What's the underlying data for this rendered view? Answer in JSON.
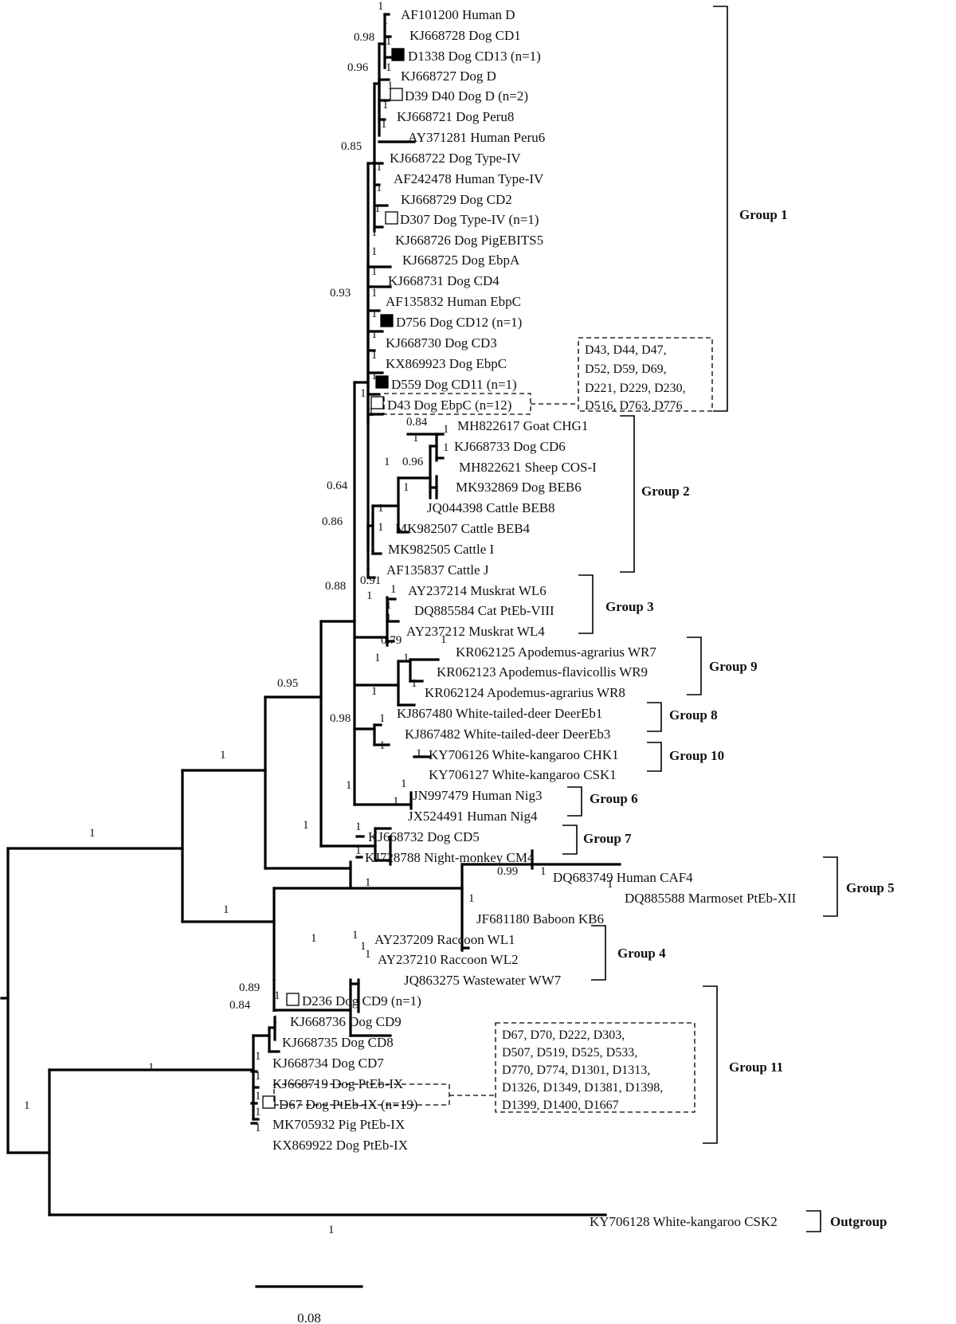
{
  "leaves": [
    "AF101200 Human D",
    "KJ668728 Dog CD1",
    "D1338 Dog CD13 (n=1)",
    "KJ668727 Dog D",
    "D39 D40 Dog D (n=2)",
    "KJ668721 Dog Peru8",
    "AY371281 Human Peru6",
    "KJ668722 Dog Type-IV",
    "AF242478 Human Type-IV",
    "KJ668729 Dog CD2",
    "D307 Dog Type-IV (n=1)",
    "KJ668726 Dog PigEBITS5",
    "KJ668725 Dog EbpA",
    "KJ668731 Dog CD4",
    "AF135832 Human EbpC",
    "D756 Dog CD12 (n=1)",
    "KJ668730 Dog CD3",
    "KX869923 Dog EbpC",
    "D559 Dog CD11 (n=1)",
    "D43 Dog EbpC (n=12)",
    "MH822617 Goat CHG1",
    "KJ668733 Dog CD6",
    "MH822621 Sheep COS-I",
    "MK932869 Dog BEB6",
    "JQ044398 Cattle BEB8",
    "MK982507 Cattle BEB4",
    "MK982505 Cattle I",
    "AF135837 Cattle J",
    "AY237214 Muskrat WL6",
    "DQ885584 Cat PtEb-VIII",
    "AY237212 Muskrat WL4",
    "KR062125 Apodemus-agrarius WR7",
    "KR062123 Apodemus-flavicollis WR9",
    "KR062124 Apodemus-agrarius WR8",
    "KJ867480 White-tailed-deer DeerEb1",
    "KJ867482 White-tailed-deer DeerEb3",
    "KY706126 White-kangaroo CHK1",
    "KY706127 White-kangaroo CSK1",
    "JN997479 Human Nig3",
    "JX524491 Human Nig4",
    "KJ668732 Dog CD5",
    "KJ728788 Night-monkey CM4",
    "DQ683749 Human CAF4",
    "DQ885588 Marmoset PtEb-XII",
    "JF681180 Baboon KB6",
    "AY237209 Raccoon WL1",
    "AY237210 Raccoon WL2",
    "JQ863275 Wastewater WW7",
    "D236 Dog CD9 (n=1)",
    "KJ668736 Dog CD9",
    "KJ668735 Dog CD8",
    "KJ668734 Dog CD7",
    "KJ668719 Dog PtEb-IX",
    "D67 Dog PtEb-IX (n=19)",
    "MK705932 Pig PtEb-IX",
    "KX869922 Dog PtEb-IX",
    "KY706128 White-kangaroo CSK2"
  ],
  "support_values": [
    "1",
    "0.98",
    "0.96",
    "0.85",
    "0.93",
    "0.64",
    "0.86",
    "0.84",
    "0.96",
    "0.91",
    "0.88",
    "0.79",
    "0.98",
    "0.95",
    "0.99",
    "0.89",
    "0.84"
  ],
  "groups": [
    "Group 1",
    "Group 2",
    "Group 3",
    "Group 9",
    "Group 8",
    "Group 10",
    "Group 6",
    "Group 7",
    "Group 5",
    "Group 4",
    "Group 11",
    "Outgroup"
  ],
  "notes": {
    "group1_isolates": [
      "D43, D44, D47,",
      "D52, D59, D69,",
      "D221, D229, D230,",
      "D516, D763, D776"
    ],
    "group11_isolates": [
      "D67, D70, D222, D303,",
      "D507, D519, D525, D533,",
      "D770, D774, D1301, D1313,",
      "D1326, D1349, D1381, D1398,",
      "D1399, D1400, D1667"
    ]
  },
  "legend": {
    "open_marker": "open-square-icon",
    "filled_marker": "filled-square-icon",
    "marker_colors": {
      "open": "#ffffff",
      "filled": "#000000"
    }
  },
  "scale_bar": {
    "label": "0.08"
  }
}
